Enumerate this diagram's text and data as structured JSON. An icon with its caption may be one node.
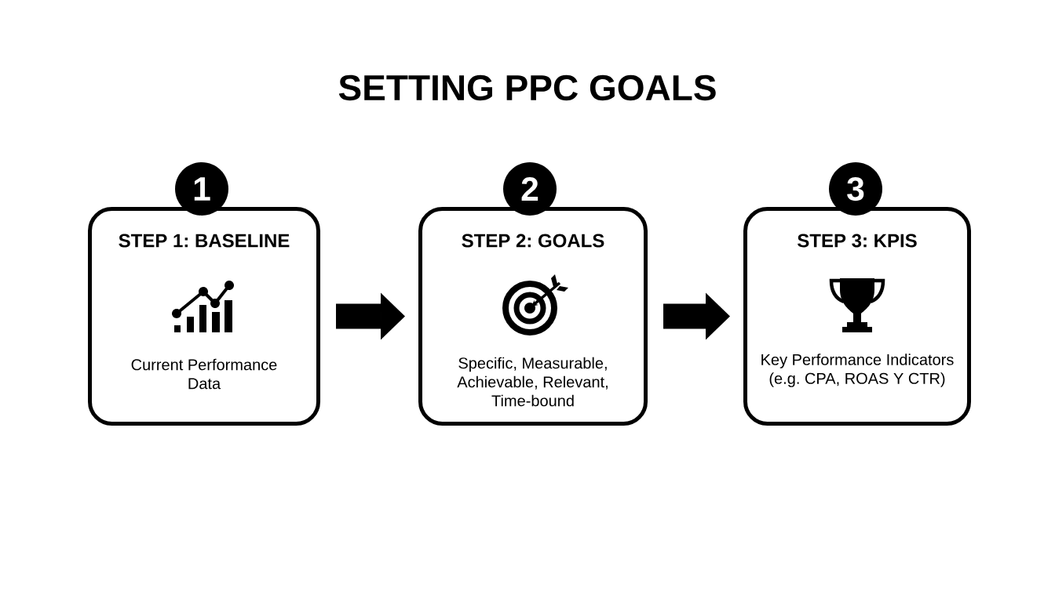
{
  "diagram": {
    "title": "SETTING PPC GOALS",
    "nodes": [
      {
        "text": [
          "1"
        ]
      },
      {
        "text": [
          "STEP 1: BASELINE",
          "Current Performance Data"
        ]
      },
      {
        "text": [
          "2"
        ]
      },
      {
        "text": [
          "STEP 2: GOALS",
          "Specific, Measurable, Achievable, Relevant, Time-bound"
        ]
      },
      {
        "text": [
          "3"
        ]
      },
      {
        "text": [
          "STEP 3: KPIS",
          "Key Performance Indicators (e.g. CPA, ROAS Y CTR)"
        ]
      }
    ],
    "edges": [
      {
        "from": 1,
        "to": 3,
        "arrow": "to"
      },
      {
        "from": 3,
        "to": 5,
        "arrow": "to"
      }
    ]
  }
}
